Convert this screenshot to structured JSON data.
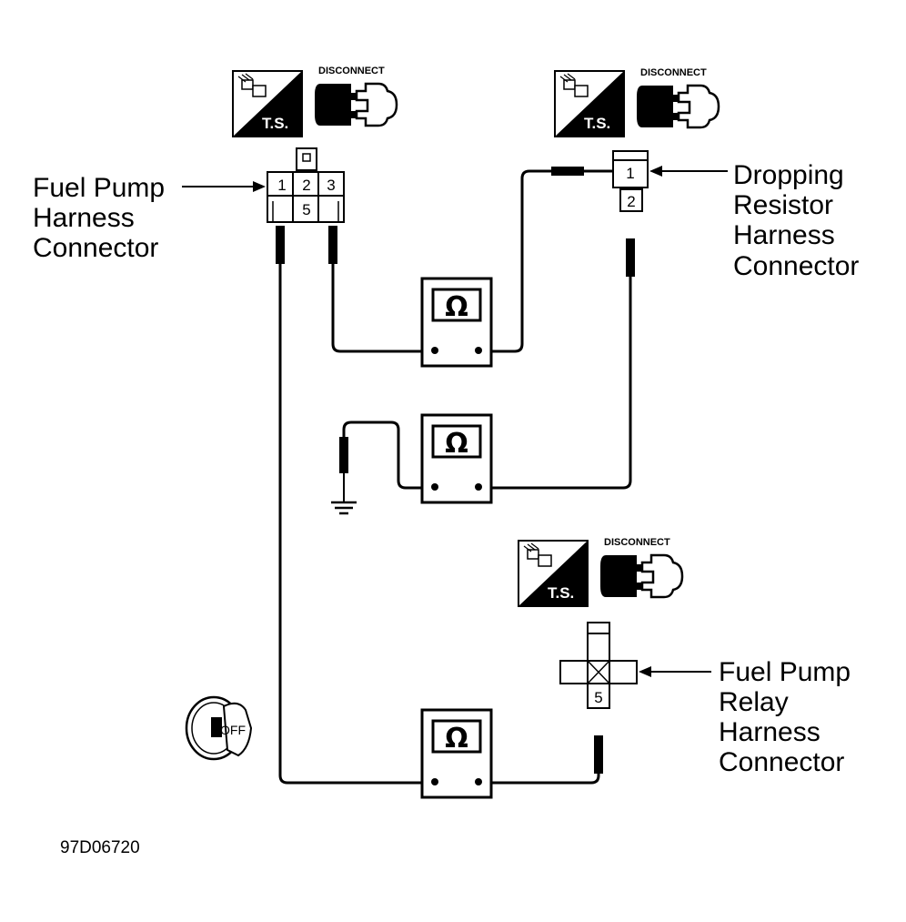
{
  "labels": {
    "fuel_pump_harness": [
      "Fuel Pump",
      "Harness",
      "Connector"
    ],
    "dropping_resistor_harness": [
      "Dropping",
      "Resistor",
      "Harness",
      "Connector"
    ],
    "fuel_pump_relay_harness": [
      "Fuel Pump",
      "Relay",
      "Harness",
      "Connector"
    ]
  },
  "icons": {
    "ts_text": "T.S.",
    "disconnect_text": "DISCONNECT",
    "ohm_symbol": "Ω",
    "ignition_text": "OFF"
  },
  "pins": {
    "fuel_pump_connector": [
      "1",
      "2",
      "3",
      "5"
    ],
    "dropping_resistor_connector": [
      "1",
      "2"
    ],
    "relay_connector": [
      "5"
    ]
  },
  "figure_code": "97D06720"
}
